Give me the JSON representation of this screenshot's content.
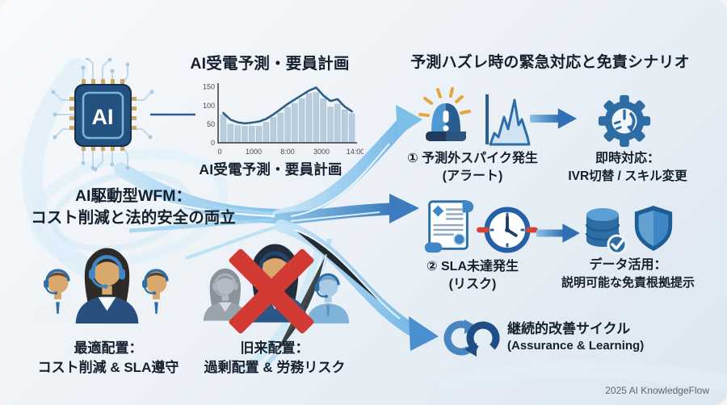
{
  "left": {
    "headline1": "AI駆動型WFM：",
    "headline2": "コスト削減と法的安全の両立",
    "optimal": {
      "line1": "最適配置：",
      "line2": "コスト削減 & SLA遵守"
    },
    "legacy": {
      "line1": "旧来配置：",
      "line2": "過剰配置 & 労務リスク"
    }
  },
  "forecast": {
    "title": "AI受電予測・要員計画",
    "caption": "AI受電予測・要員計画"
  },
  "chart_data": {
    "type": "bar",
    "title": "AI受電予測・要員計画",
    "series": [
      {
        "name": "要員計画 (bars)",
        "type": "bar",
        "values": [
          75,
          50,
          46,
          44,
          45,
          45,
          55,
          68,
          80,
          95,
          105,
          118,
          132,
          135,
          118,
          96,
          104,
          88,
          78
        ]
      },
      {
        "name": "AI受電予測 (line)",
        "type": "line",
        "values": [
          80,
          62,
          55,
          52,
          54,
          57,
          64,
          76,
          90,
          104,
          116,
          128,
          140,
          148,
          127,
          112,
          117,
          97,
          84
        ]
      }
    ],
    "x_tick_labels": [
      "0",
      "1000",
      "8:00",
      "3000",
      "14:00"
    ],
    "y_ticks": [
      0,
      50,
      100,
      150
    ],
    "ylim": [
      0,
      160
    ],
    "grid": false,
    "bar_color": "#b7cbdc",
    "line_color": "#2e5f8a"
  },
  "right": {
    "title": "予測ハズレ時の緊急対応と免責シナリオ",
    "rows": [
      {
        "label1": "① 予測外スパイク発生",
        "label2": "(アラート)",
        "result1": "即時対応：",
        "result2": "IVR切替 / スキル変更"
      },
      {
        "label1": "② SLA未達発生",
        "label2": "(リスク)",
        "result1": "データ活用：",
        "result2": "説明可能な免責根拠提示"
      },
      {
        "label1": "継続的改善サイクル",
        "label2": "(Assurance & Learning)"
      }
    ]
  },
  "chip": {
    "label": "AI"
  },
  "footer": {
    "text": "2025 AI KnowledgeFlow"
  },
  "colors": {
    "text_dark": "#15202e",
    "navy": "#1d3f66",
    "steel_blue": "#2e6da4",
    "sky": "#7cc0e8",
    "alert_red": "#d23b34",
    "ray_orange": "#e2a83f"
  }
}
